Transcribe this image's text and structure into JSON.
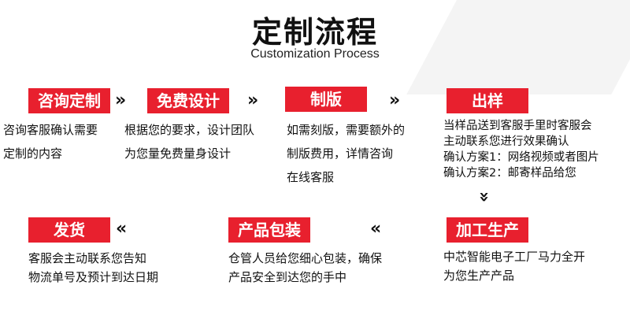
{
  "header": {
    "title": "定制流程",
    "subtitle": "Customization Process"
  },
  "accent_color": "#e8202e",
  "steps": [
    {
      "label": "咨询定制",
      "lines": [
        "咨询客服确认需要",
        "定制的内容"
      ]
    },
    {
      "label": "免费设计",
      "lines": [
        "根据您的要求，设计团队",
        "为您量免费量身设计"
      ]
    },
    {
      "label": "制版",
      "lines": [
        "如需刻版，需要额外的",
        "制版费用，详情咨询",
        "在线客服"
      ]
    },
    {
      "label": "出样",
      "lines": [
        "当样品送到客服手里时客服会",
        "主动联系您进行效果确认",
        "确认方案1：网络视频或者图片",
        "确认方案2：邮寄样品给您"
      ]
    },
    {
      "label": "加工生产",
      "lines": [
        "中芯智能电子工厂马力全开",
        "为您生产产品"
      ]
    },
    {
      "label": "产品包装",
      "lines": [
        "仓管人员给您细心包装，确保",
        "产品安全到达您的手中"
      ]
    },
    {
      "label": "发货",
      "lines": [
        "客服会主动联系您告知",
        "物流单号及预计到达日期"
      ]
    }
  ],
  "arrows": {
    "right": "»",
    "left": "«",
    "down": "»"
  }
}
